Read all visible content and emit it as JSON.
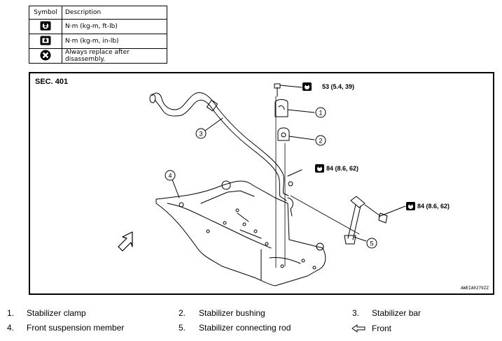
{
  "symbols_table": {
    "header": {
      "symbol": "Symbol",
      "description": "Description"
    },
    "rows": [
      {
        "icon": "torque-wrench-nm-kgm-ftlb-icon",
        "description": "N·m (kg-m, ft-lb)"
      },
      {
        "icon": "torque-wrench-nm-kgm-inlb-icon",
        "description": "N·m (kg-m, in-lb)"
      },
      {
        "icon": "always-replace-icon",
        "description": "Always replace after disassembly."
      }
    ]
  },
  "diagram": {
    "section": "SEC. 401",
    "torques": [
      {
        "value": "53 (5.4, 39)"
      },
      {
        "value": "84 (8.6, 62)"
      },
      {
        "value": "84 (8.6, 62)"
      }
    ],
    "callouts": [
      "1",
      "2",
      "3",
      "4",
      "5"
    ],
    "reference_code": "AWEIA0279ZZ"
  },
  "legend": {
    "items": [
      {
        "number": "1.",
        "label": "Stabilizer clamp"
      },
      {
        "number": "2.",
        "label": "Stabilizer bushing"
      },
      {
        "number": "3.",
        "label": "Stabilizer bar"
      },
      {
        "number": "4.",
        "label": "Front suspension member"
      },
      {
        "number": "5.",
        "label": "Stabilizer connecting rod"
      }
    ],
    "front_label": "Front",
    "front_icon": "front-arrow-icon"
  }
}
